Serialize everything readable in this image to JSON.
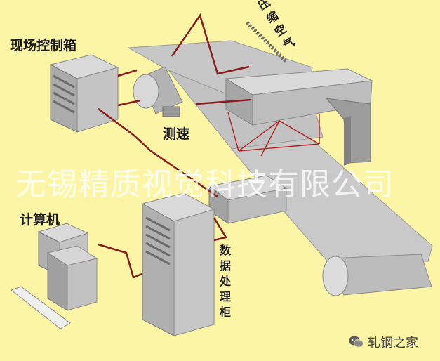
{
  "labels": {
    "field_control_box": "现场控制箱",
    "speed_measure": "测速",
    "compressed_air": "压缩空气",
    "computer": "计算机",
    "data_cabinet": "数据处理柜"
  },
  "watermark": "无锡精质视觉科技有限公司",
  "brand": {
    "name": "轧钢之家",
    "icon": "wechat-icon"
  },
  "colors": {
    "background": "#fdf5a6",
    "cable": "#8a1c1c",
    "light_face": "#d4d4d4",
    "mid_face": "#b0b0b0",
    "dark_face": "#8f8f8f"
  }
}
